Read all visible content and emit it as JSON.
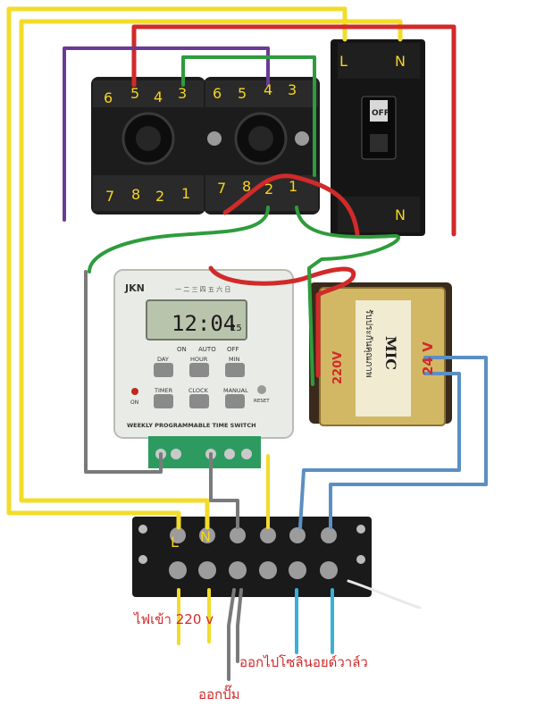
{
  "relay_left": {
    "top_pins": [
      "6",
      "5",
      "4",
      "3"
    ],
    "bottom_pins": [
      "7",
      "8",
      "2",
      "1"
    ]
  },
  "relay_right": {
    "top_pins": [
      "6",
      "5",
      "4",
      "3"
    ],
    "bottom_pins": [
      "7",
      "8",
      "2",
      "1"
    ]
  },
  "breaker": {
    "top_left": "L",
    "top_right": "N",
    "switch_label": "OFF",
    "bottom_label": "N"
  },
  "timer": {
    "brand": "JKN",
    "days": "一 二 三 四 五 六 日",
    "display": "12:04",
    "display_small": "15",
    "mode_labels": [
      "ON",
      "AUTO",
      "OFF"
    ],
    "button_labels_row1": [
      "DAY",
      "HOUR",
      "MIN"
    ],
    "button_labels_row2": [
      "TIMER",
      "CLOCK",
      "MANUAL"
    ],
    "reset_label": "RESET",
    "on_label": "ON",
    "footer": "WEEKLY PROGRAMMABLE TIME SWITCH"
  },
  "transformer": {
    "brand": "MIC",
    "thai_text": "รับประกันคุณภาพ",
    "input_label": "220V",
    "output_label": "24 V"
  },
  "terminal_block": {
    "label_L": "L",
    "label_N": "N"
  },
  "captions": {
    "power_in": "ไฟเข้า 220 v",
    "to_solenoid": "ออกไปโซลินอยด์วาล์ว",
    "to_pump": "ออกปั๊ม"
  },
  "colors": {
    "yellow": "#f2dc2a",
    "red": "#d12a2a",
    "purple": "#6a3b96",
    "green": "#2e9c3c",
    "gray": "#7a7a7a",
    "blue": "#5b8fc4",
    "cyan": "#3ab0d8",
    "pin_text": "#f3d421"
  }
}
